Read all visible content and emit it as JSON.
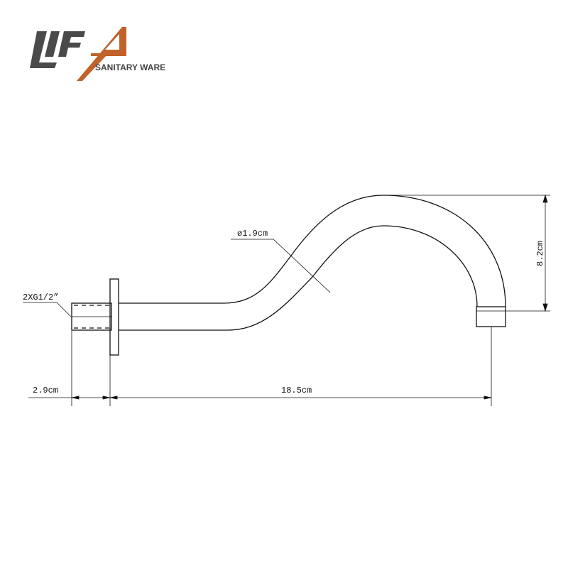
{
  "logo": {
    "brand": "LIFA",
    "tagline": "SANITARY WARE",
    "colors": {
      "dark": "#4a4a4a",
      "accent": "#c0622a"
    }
  },
  "dimensions": {
    "thread": "2XG1/2”",
    "diameter": "ø1.9cm",
    "height": "8.2cm",
    "thread_length": "2.9cm",
    "arm_length": "18.5cm"
  }
}
